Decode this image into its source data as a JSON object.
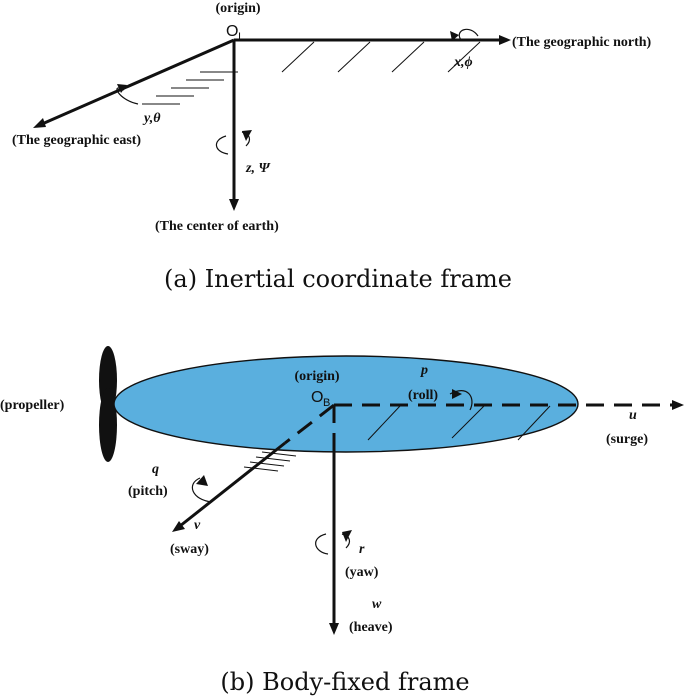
{
  "inertial_frame": {
    "origin_label": "(origin)",
    "origin_symbol": "O",
    "origin_subscript": "I",
    "north_label": "(The geographic north)",
    "east_label": "(The geographic east)",
    "earth_center_label": "(The center of earth)",
    "x_axis_label": "x,ϕ",
    "y_axis_label": "y,θ",
    "z_axis_label": "z, Ψ",
    "caption": "(a)  Inertial coordinate frame"
  },
  "body_frame": {
    "hull_color": "#5aafde",
    "propeller_color": "#111111",
    "propeller_label": "(propeller)",
    "origin_label": "(origin)",
    "origin_symbol": "O",
    "origin_subscript": "B",
    "p_label": "p",
    "roll_label": "(roll)",
    "u_label": "u",
    "surge_label": "(surge)",
    "q_label": "q",
    "pitch_label": "(pitch)",
    "v_label": "v",
    "sway_label": "(sway)",
    "r_label": "r",
    "yaw_label": "(yaw)",
    "w_label": "w",
    "heave_label": "(heave)",
    "caption": "(b)  Body-fixed frame"
  }
}
